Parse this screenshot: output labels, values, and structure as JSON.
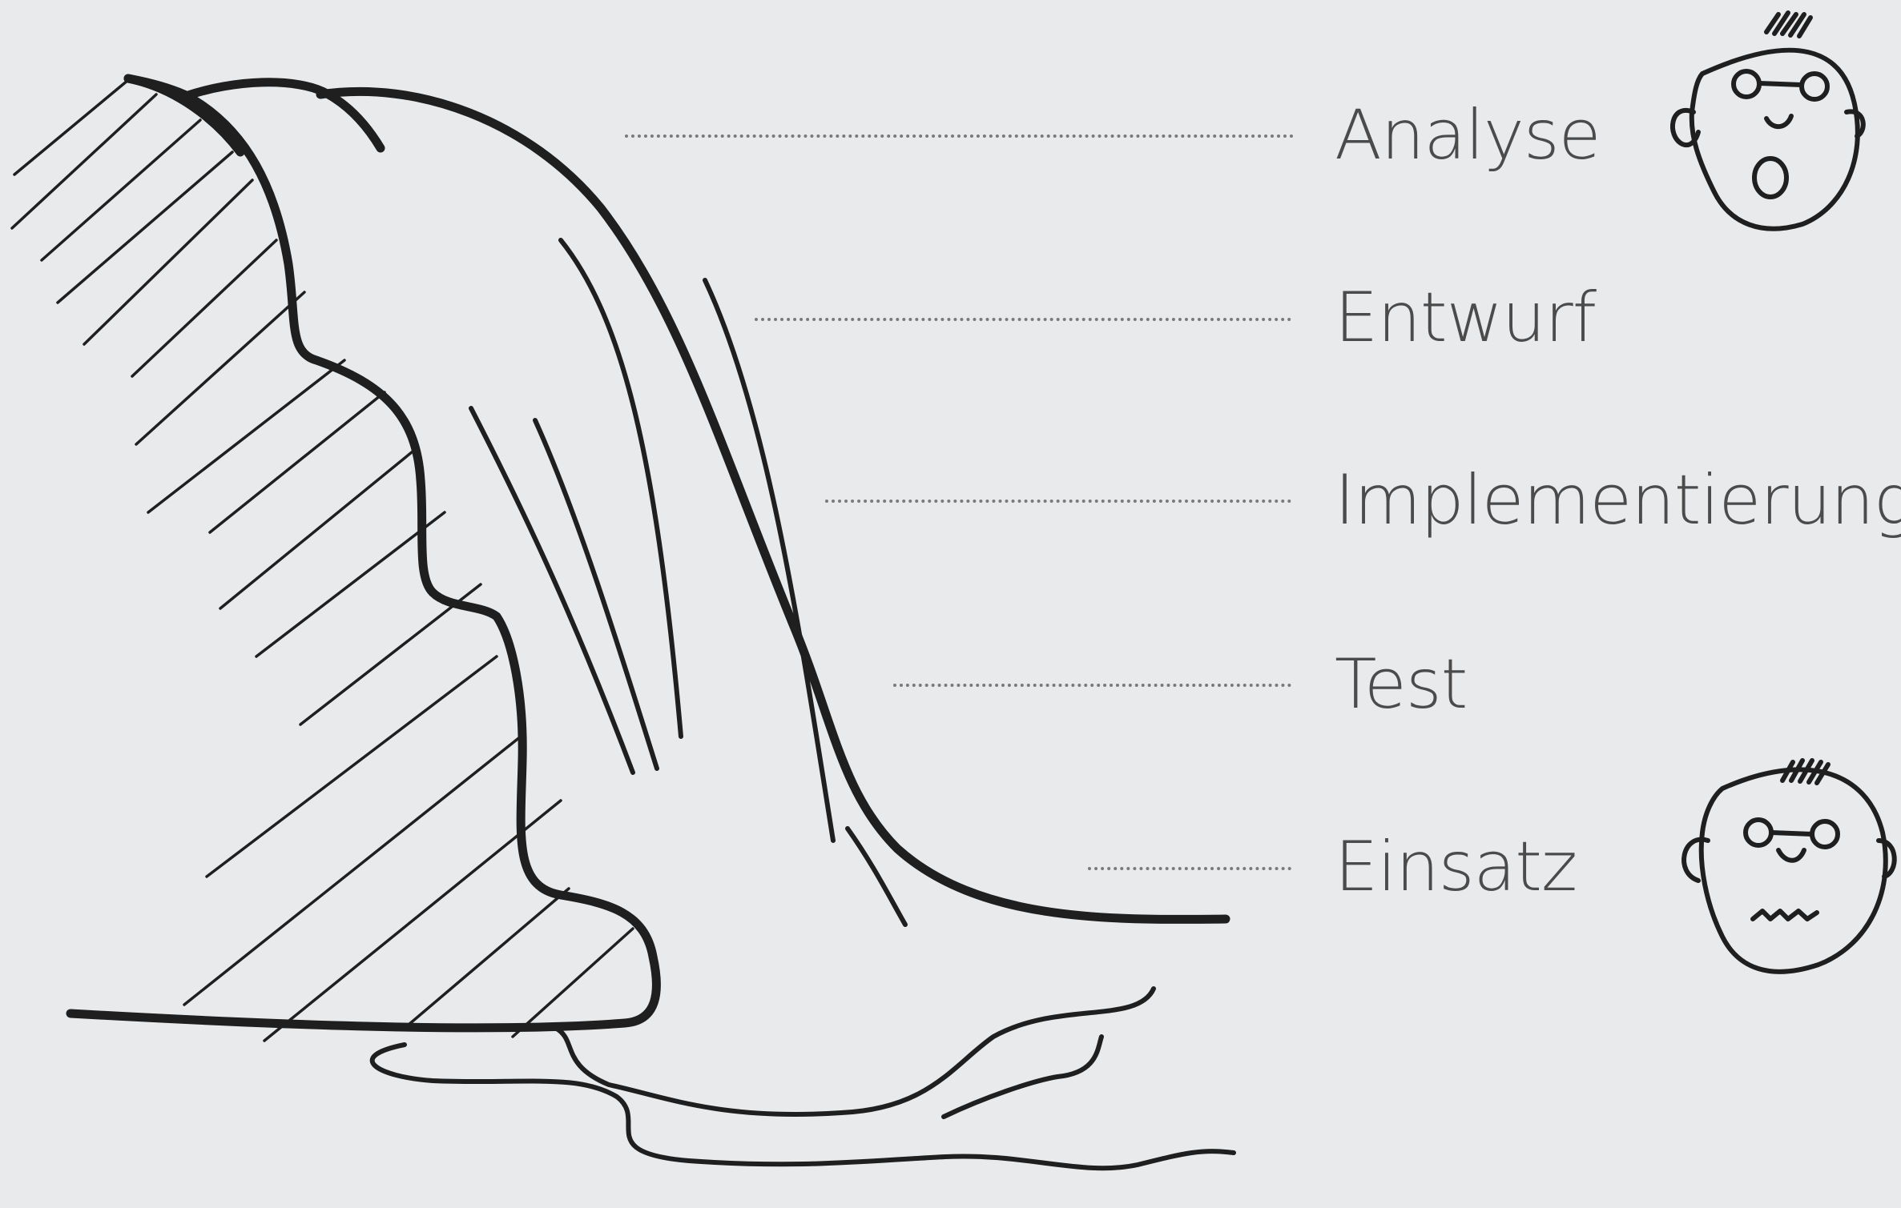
{
  "phases": [
    {
      "label": "Analyse"
    },
    {
      "label": "Entwurf"
    },
    {
      "label": "Implementierung"
    },
    {
      "label": "Test"
    },
    {
      "label": "Einsatz"
    }
  ],
  "icons": [
    "cliff-hatching",
    "waterfall",
    "water-pool",
    "surprised-face-icon",
    "worried-face-icon"
  ],
  "colors": {
    "background": "#e9eaec",
    "ink": "#1f1f1f",
    "label": "#4b4b4b",
    "dots": "#7a7a7a"
  }
}
